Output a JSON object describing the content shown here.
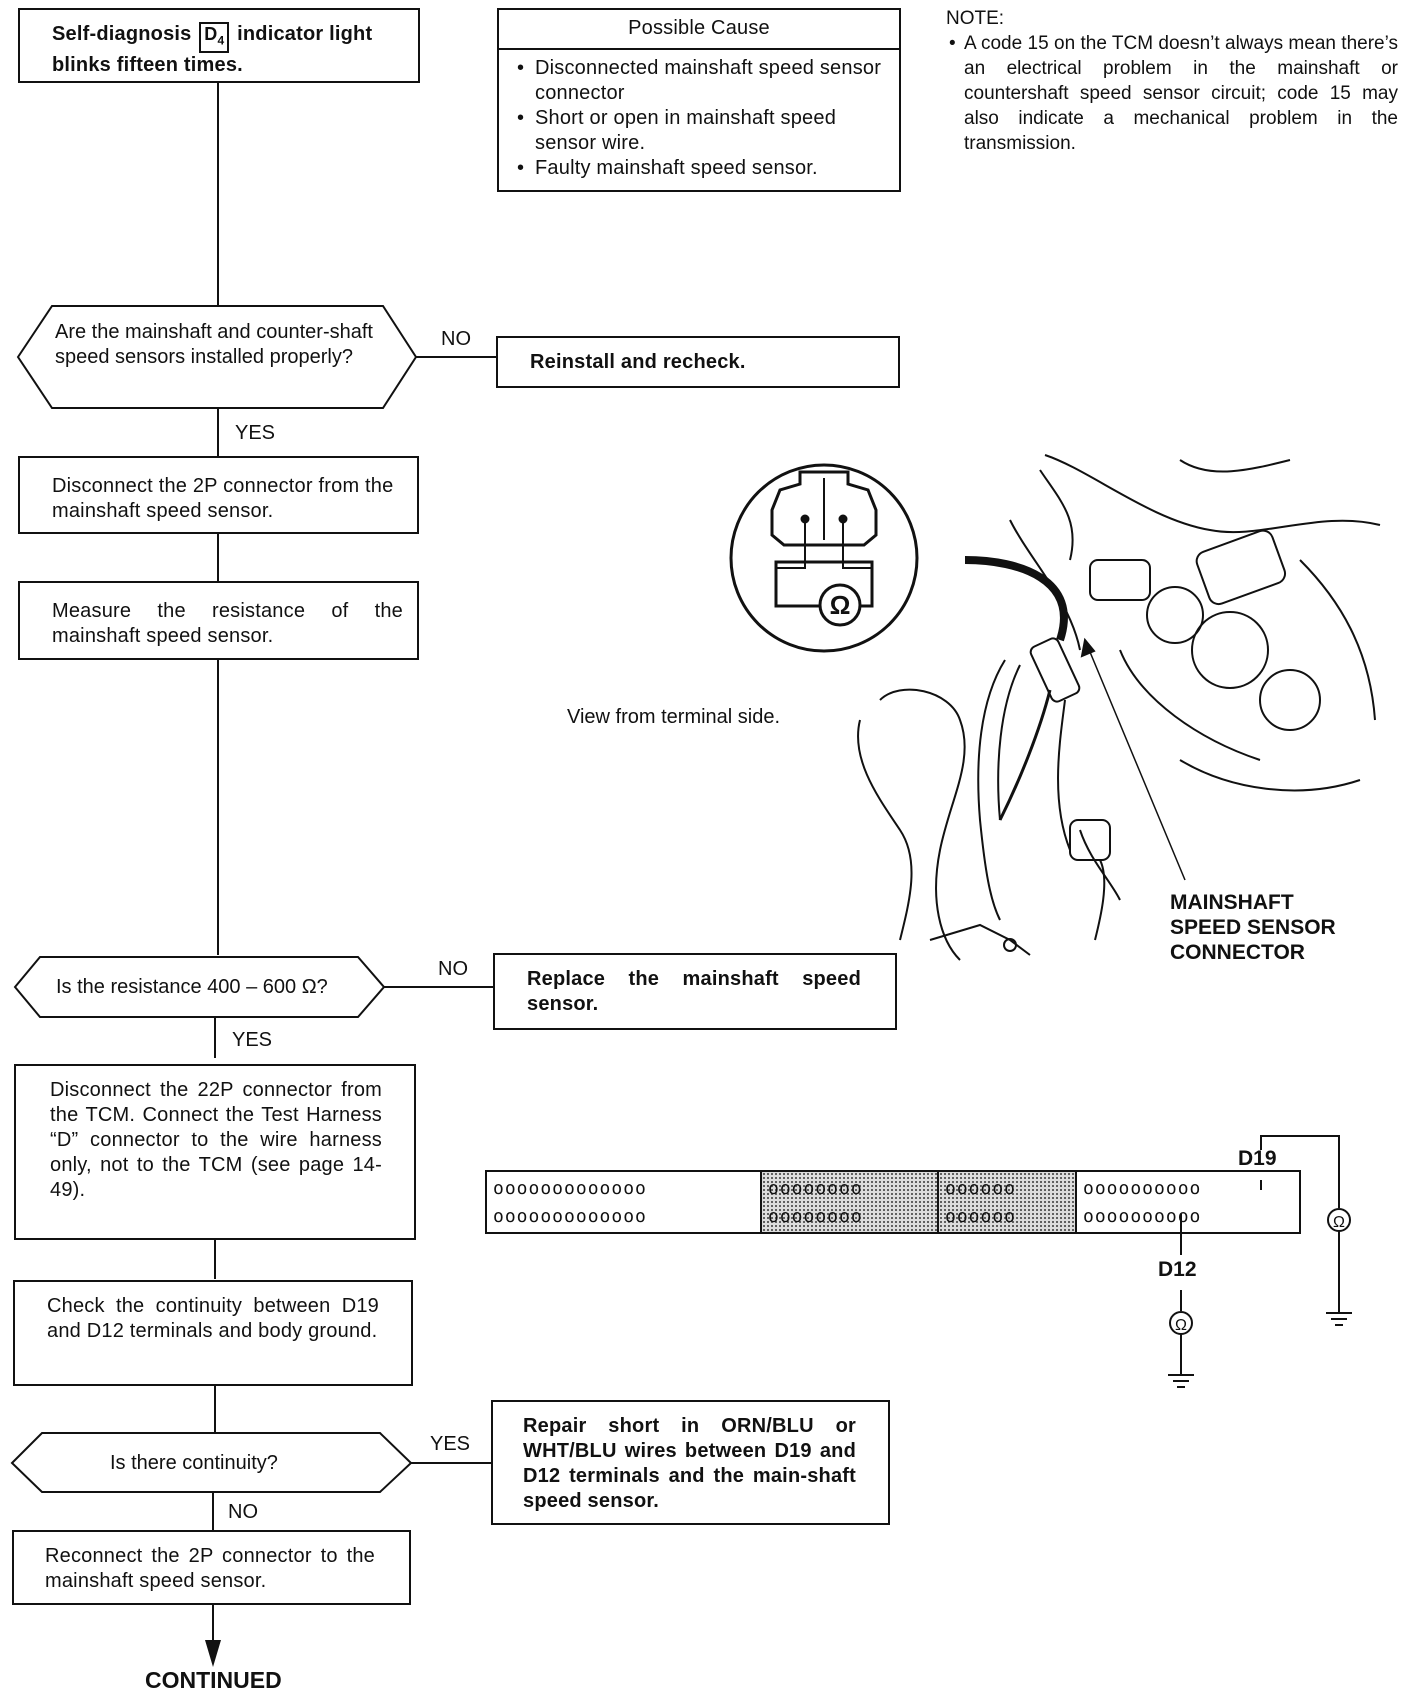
{
  "start_box": {
    "text_before": "Self-diagnosis",
    "indicator": "D",
    "indicator_sub": "4",
    "text_after": "indicator light",
    "line2": "blinks fifteen times."
  },
  "possible_cause": {
    "title": "Possible Cause",
    "items": [
      "Disconnected mainshaft speed sensor connector",
      "Short or open in mainshaft speed sensor wire.",
      "Faulty mainshaft speed sensor."
    ]
  },
  "note": {
    "title": "NOTE:",
    "text": "A code 15 on the TCM doesn’t always mean there’s an electrical problem in the mainshaft or countershaft speed sensor circuit; code 15 may also indicate a mechanical problem in the transmission."
  },
  "q1": {
    "text": "Are the mainshaft and counter-shaft speed sensors installed properly?",
    "no_label": "NO",
    "yes_label": "YES"
  },
  "reinstall": {
    "text": "Reinstall and recheck."
  },
  "disconnect_2p": {
    "text": "Disconnect the 2P connector from the mainshaft speed sensor."
  },
  "measure": {
    "text": "Measure the resistance of the mainshaft speed sensor."
  },
  "illustration": {
    "view_label": "View from terminal side.",
    "callout": [
      "MAINSHAFT",
      "SPEED SENSOR",
      "CONNECTOR"
    ],
    "ohm_symbol": "Ω"
  },
  "q2": {
    "text": "Is the resistance 400 – 600 Ω?",
    "no_label": "NO",
    "yes_label": "YES"
  },
  "replace": {
    "text": "Replace the mainshaft speed sensor."
  },
  "disconnect_22p": {
    "text": "Disconnect the 22P connector from the TCM. Connect the Test Harness “D” connector to the wire harness only, not to the TCM (see page 14-49)."
  },
  "connector_diagram": {
    "terminal_top": "D19",
    "terminal_bottom": "D12",
    "ohm_symbol": "Ω",
    "rows": {
      "seg1": [
        "ooooooooooooo",
        "ooooooooooooo"
      ],
      "seg2": [
        "oooooooo",
        "oooooooo"
      ],
      "seg3": [
        "oooooo",
        "oooooo"
      ],
      "seg4": [
        "oooooooooo",
        "oooooooooo"
      ]
    }
  },
  "check_continuity": {
    "text": "Check the continuity between D19 and D12 terminals and body ground."
  },
  "q3": {
    "text": "Is there continuity?",
    "yes_label": "YES",
    "no_label": "NO"
  },
  "repair": {
    "text": "Repair short in ORN/BLU or WHT/BLU wires between D19 and D12 terminals and the main-shaft speed sensor."
  },
  "reconnect": {
    "text": "Reconnect the 2P connector to the mainshaft speed sensor."
  },
  "continued": {
    "text": "CONTINUED"
  }
}
